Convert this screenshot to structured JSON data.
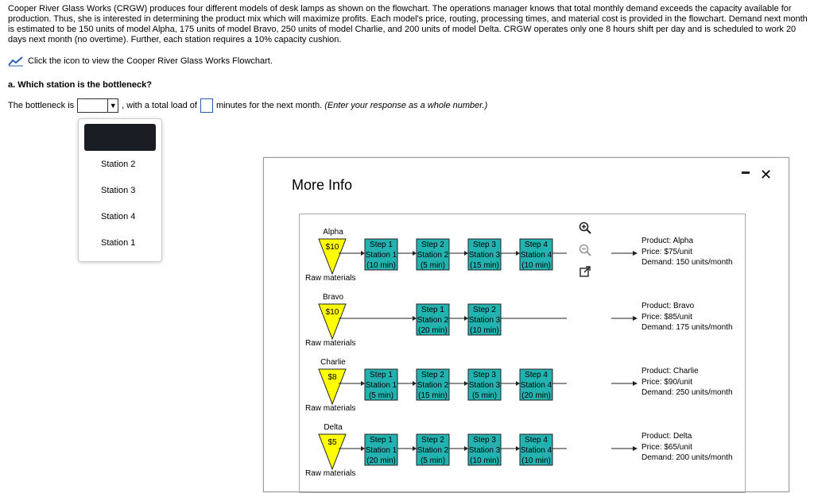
{
  "problem": {
    "text": "Cooper River Glass Works (CRGW) produces four different models of desk lamps as shown on the flowchart. The operations manager knows that total monthly demand exceeds the capacity available for production. Thus, she is interested in determining the product mix which will maximize profits. Each model's price, routing, processing times, and material cost is provided in the flowchart. Demand next month is estimated to be 150 units of model Alpha, 175 units of model Bravo, 250 units of model Charlie, and 200 units of model Delta. CRGW operates only one 8 hours shift per day and is scheduled to work 20 days next month (no overtime). Further, each station requires a 10% capacity cushion."
  },
  "flowchart_link": {
    "label": "Click the icon to view the Cooper River Glass Works Flowchart.",
    "icon": "chart-icon"
  },
  "question": {
    "label": "a. Which station is the bottleneck?",
    "prefix": "The bottleneck is",
    "middle": ", with a total load of",
    "suffix": "minutes for the next month.",
    "hint": "(Enter your response as a whole number.)"
  },
  "dropdown": {
    "options": [
      "Station 2",
      "Station 3",
      "Station 4",
      "Station 1"
    ]
  },
  "modal": {
    "title": "More Info",
    "tools": [
      "zoom-in-icon",
      "zoom-out-icon",
      "open-external-icon"
    ],
    "products": [
      {
        "name": "Alpha",
        "cost": "$10",
        "steps": [
          [
            "Step 1",
            "Station 1",
            "(10 min)"
          ],
          [
            "Step 2",
            "Station 2",
            "(5 min)"
          ],
          [
            "Step 3",
            "Station 3",
            "(15 min)"
          ],
          [
            "Step 4",
            "Station 4",
            "(10 min)"
          ]
        ],
        "info": [
          "Product: Alpha",
          "Price: $75/unit",
          "Demand: 150 units/month"
        ]
      },
      {
        "name": "Bravo",
        "cost": "$10",
        "steps": [
          [
            "Step 1",
            "Station 2",
            "(20 min)"
          ],
          [
            "Step 2",
            "Station 3",
            "(10 min)"
          ]
        ],
        "info": [
          "Product: Bravo",
          "Price: $85/unit",
          "Demand: 175 units/month"
        ]
      },
      {
        "name": "Charlie",
        "cost": "$8",
        "steps": [
          [
            "Step 1",
            "Station 1",
            "(5 min)"
          ],
          [
            "Step 2",
            "Station 2",
            "(15 min)"
          ],
          [
            "Step 3",
            "Station 3",
            "(5 min)"
          ],
          [
            "Step 4",
            "Station 4",
            "(20 min)"
          ]
        ],
        "info": [
          "Product: Charlie",
          "Price: $90/unit",
          "Demand: 250 units/month"
        ]
      },
      {
        "name": "Delta",
        "cost": "$5",
        "steps": [
          [
            "Step 1",
            "Station 1",
            "(20 min)"
          ],
          [
            "Step 2",
            "Station 2",
            "(5 min)"
          ],
          [
            "Step 3",
            "Station 3",
            "(10 min)"
          ],
          [
            "Step 4",
            "Station 4",
            "(10 min)"
          ]
        ],
        "info": [
          "Product: Delta",
          "Price: $65/unit",
          "Demand: 200 units/month"
        ]
      }
    ],
    "raw_label": "Raw materials"
  },
  "colors": {
    "step_fill": "#22b3b1",
    "triangle_fill": "#ffff00",
    "link_blue": "#2a5db0"
  }
}
